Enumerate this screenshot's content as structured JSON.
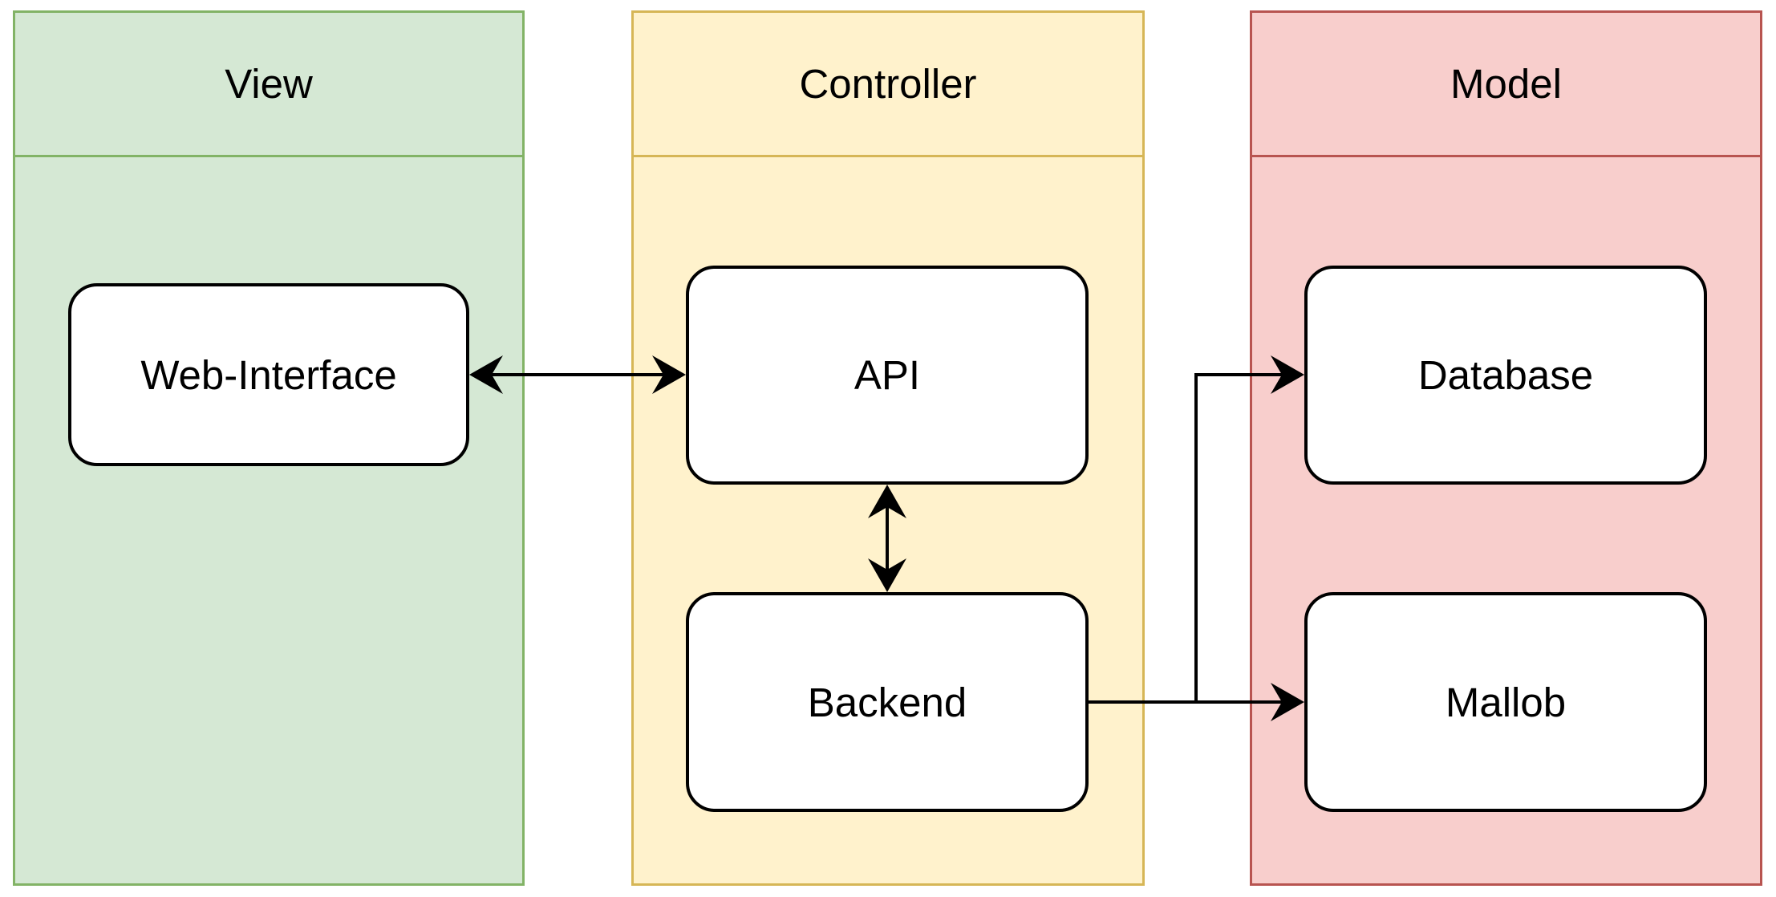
{
  "colors": {
    "view_fill": "#d5e8d4",
    "view_border": "#82b366",
    "controller_fill": "#fff2cc",
    "controller_border": "#d6b656",
    "model_fill": "#f8cecc",
    "model_border": "#b85450",
    "node_fill": "#ffffff",
    "stroke": "#000000"
  },
  "lanes": {
    "view": {
      "title": "View"
    },
    "controller": {
      "title": "Controller"
    },
    "model": {
      "title": "Model"
    }
  },
  "nodes": {
    "web_interface": "Web-Interface",
    "api": "API",
    "backend": "Backend",
    "database": "Database",
    "mallob": "Mallob"
  },
  "connections": [
    {
      "from": "Web-Interface",
      "to": "API",
      "direction": "bidirectional"
    },
    {
      "from": "API",
      "to": "Backend",
      "direction": "bidirectional"
    },
    {
      "from": "Backend",
      "to": "Database",
      "direction": "forward"
    },
    {
      "from": "Backend",
      "to": "Mallob",
      "direction": "forward"
    }
  ]
}
